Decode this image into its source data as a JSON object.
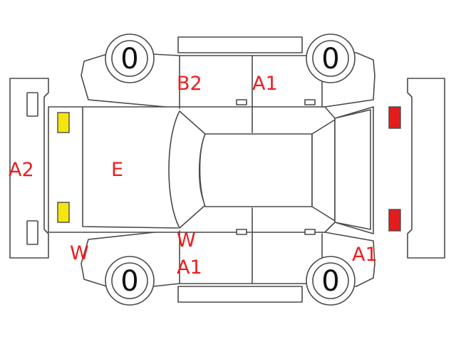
{
  "colors": {
    "outline": "#4a4a4a",
    "damage_text": "#ee1c1c",
    "front_lamp": "#f5e50d",
    "rear_lamp": "#e51c1c"
  },
  "wheels": {
    "front_left": "0",
    "rear_left": "0",
    "front_right": "0",
    "rear_right": "0"
  },
  "labels": {
    "top_front_door": "B2",
    "top_rear_door": "A1",
    "front_bumper": "A2",
    "hood": "E",
    "bottom_front_fender": "W",
    "bottom_pillar": "W",
    "bottom_front_door": "A1",
    "bottom_rear_quarter": "A1"
  }
}
